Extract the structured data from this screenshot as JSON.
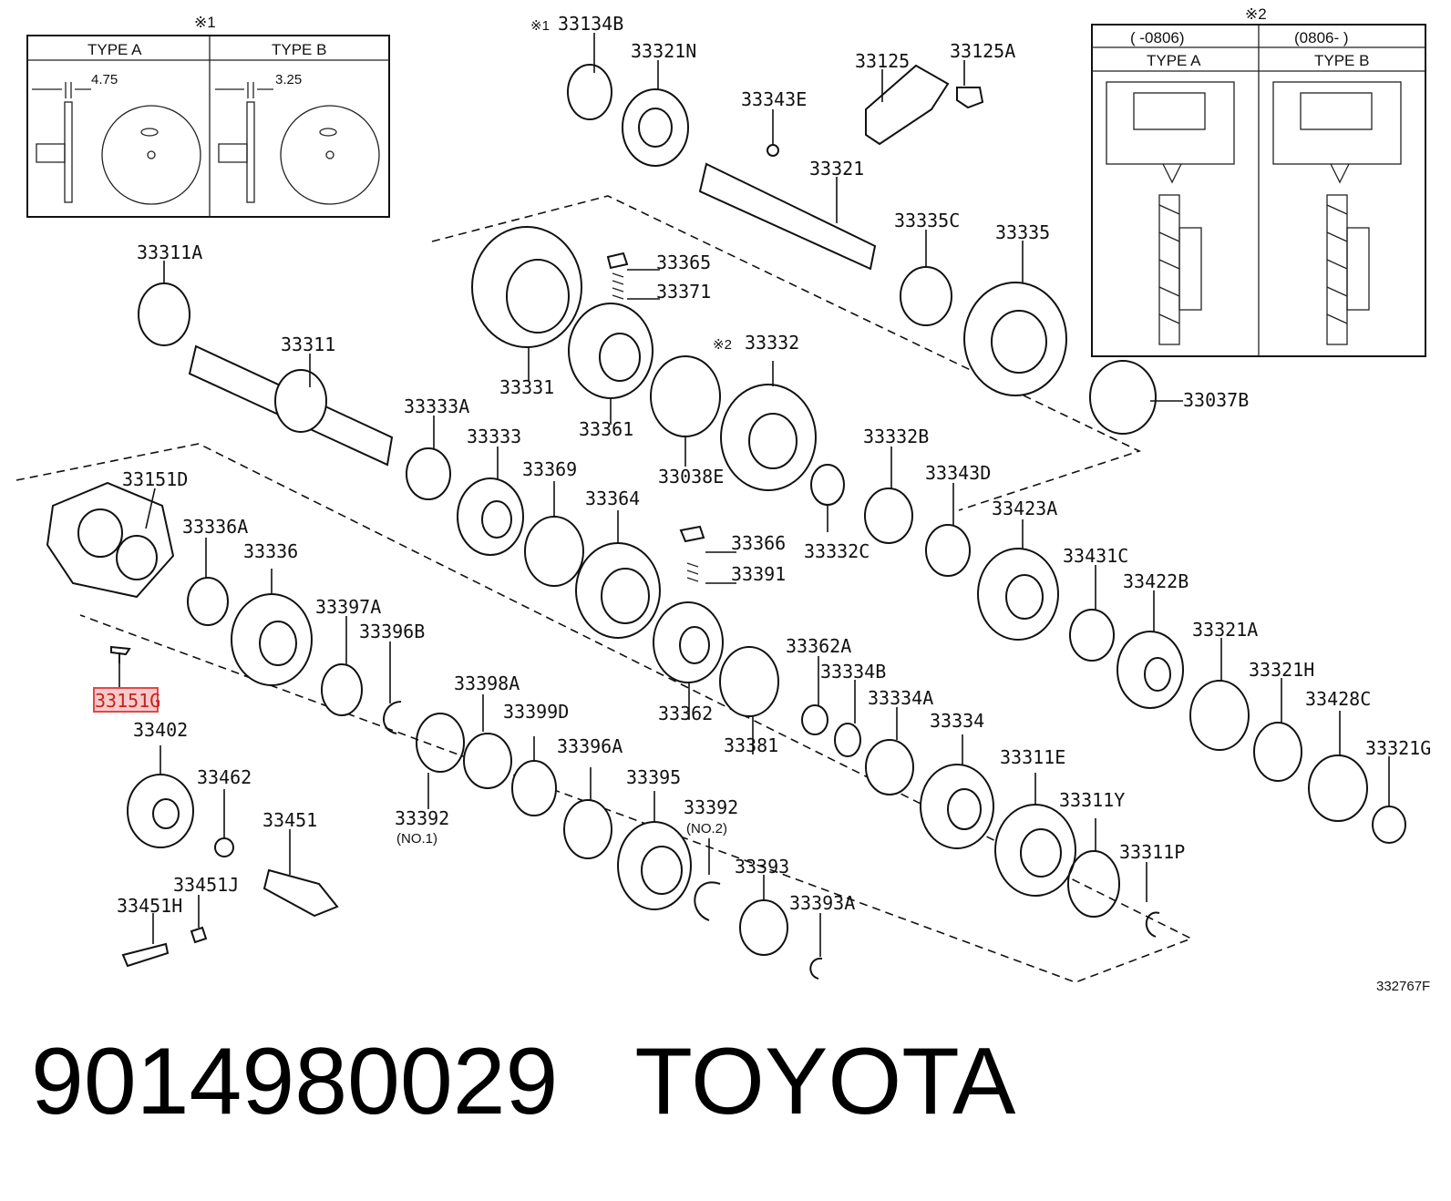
{
  "box_left": {
    "note": "※1",
    "headers": [
      "TYPE A",
      "TYPE B"
    ],
    "dims": [
      "4.75",
      "3.25"
    ]
  },
  "box_right": {
    "note": "※2",
    "ranges": [
      "(      -0806)",
      "(0806-       )"
    ],
    "headers": [
      "TYPE A",
      "TYPE B"
    ]
  },
  "labels": {
    "p33134B": "33134B",
    "p33134B_mark": "※1",
    "p33321N": "33321N",
    "p33125": "33125",
    "p33125A": "33125A",
    "p33343E": "33343E",
    "p33321": "33321",
    "p33335C": "33335C",
    "p33335": "33335",
    "p33311A": "33311A",
    "p33311": "33311",
    "p33365": "33365",
    "p33371": "33371",
    "p33331": "33331",
    "p33361": "33361",
    "p33332": "33332",
    "p33332_mark": "※2",
    "p33037B": "33037B",
    "p33333A": "33333A",
    "p33333": "33333",
    "p33038E": "33038E",
    "p33369": "33369",
    "p33364": "33364",
    "p33332B": "33332B",
    "p33343D": "33343D",
    "p33151D": "33151D",
    "p33336A": "33336A",
    "p33336": "33336",
    "p33366": "33366",
    "p33391": "33391",
    "p33332C": "33332C",
    "p33423A": "33423A",
    "p33431C": "33431C",
    "p33422B": "33422B",
    "p33397A": "33397A",
    "p33396B": "33396B",
    "p33151G": "33151G",
    "p33362A": "33362A",
    "p33334B": "33334B",
    "p33334A": "33334A",
    "p33321A": "33321A",
    "p33321H": "33321H",
    "p33428C": "33428C",
    "p33398A": "33398A",
    "p33362": "33362",
    "p33381": "33381",
    "p33334": "33334",
    "p33402": "33402",
    "p33399D": "33399D",
    "p33396A": "33396A",
    "p33311E": "33311E",
    "p33321G": "33321G",
    "p33462": "33462",
    "p33395": "33395",
    "p33311Y": "33311Y",
    "p33451": "33451",
    "p33392_1": "33392",
    "p33392_1_sub": "(NO.1)",
    "p33392_2": "33392",
    "p33392_2_sub": "(NO.2)",
    "p33393": "33393",
    "p33311P": "33311P",
    "p33451J": "33451J",
    "p33451H": "33451H",
    "p33393A": "33393A",
    "figure_code": "332767F"
  },
  "highlight": {
    "part": "33151G",
    "color": "#e04848"
  },
  "caption": {
    "part_number": "9014980029",
    "brand": "TOYOTA"
  }
}
